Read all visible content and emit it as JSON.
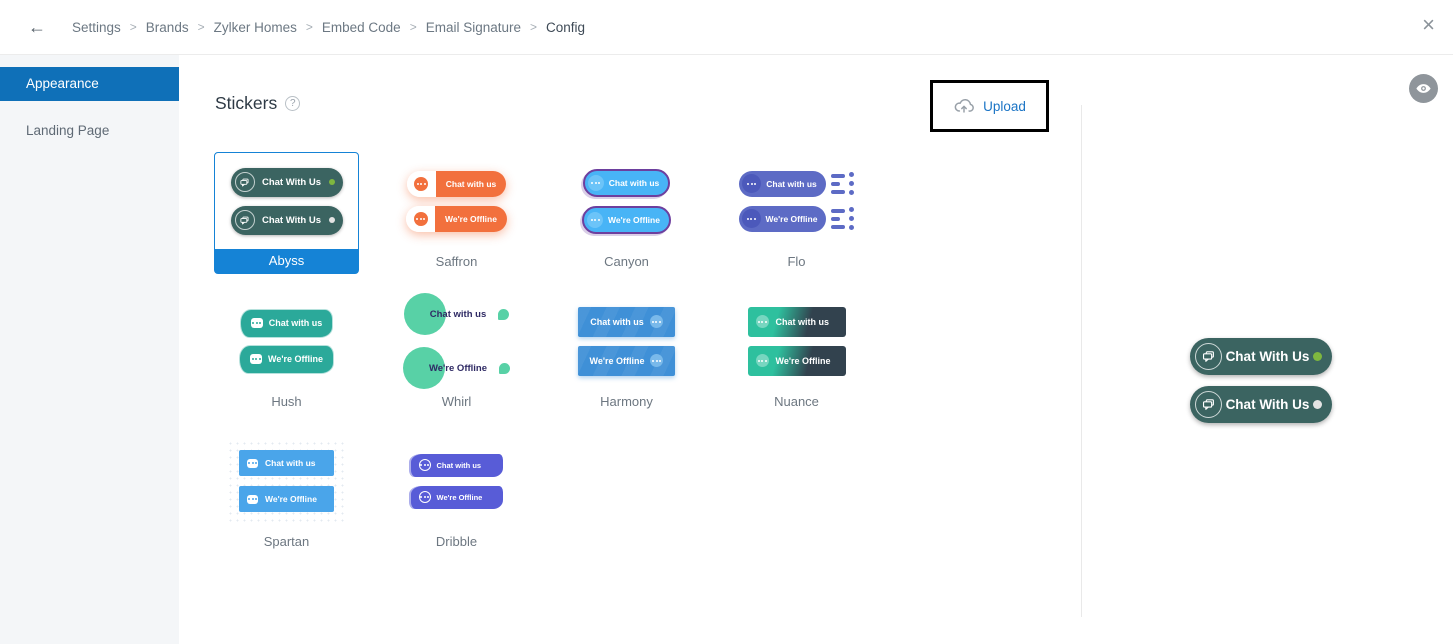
{
  "window": {
    "back_icon": "←",
    "separator": ">",
    "close_icon": "×",
    "breadcrumb": [
      "Settings",
      "Brands",
      "Zylker Homes",
      "Embed Code",
      "Email Signature",
      "Config"
    ]
  },
  "sidebar": {
    "items": [
      {
        "label": "Appearance",
        "active": true
      },
      {
        "label": "Landing Page",
        "active": false
      }
    ]
  },
  "main": {
    "title": "Stickers",
    "help_icon": "?",
    "upload_label": "Upload"
  },
  "stickers": [
    {
      "name": "Abyss",
      "selected": true,
      "online_label": "Chat With Us",
      "offline_label": "Chat With Us"
    },
    {
      "name": "Saffron",
      "selected": false,
      "online_label": "Chat with us",
      "offline_label": "We're Offline"
    },
    {
      "name": "Canyon",
      "selected": false,
      "online_label": "Chat with us",
      "offline_label": "We're Offline"
    },
    {
      "name": "Flo",
      "selected": false,
      "online_label": "Chat with us",
      "offline_label": "We're Offline"
    },
    {
      "name": "Hush",
      "selected": false,
      "online_label": "Chat with us",
      "offline_label": "We're Offline"
    },
    {
      "name": "Whirl",
      "selected": false,
      "online_label": "Chat with us",
      "offline_label": "We're Offline"
    },
    {
      "name": "Harmony",
      "selected": false,
      "online_label": "Chat with us",
      "offline_label": "We're Offline"
    },
    {
      "name": "Nuance",
      "selected": false,
      "online_label": "Chat with us",
      "offline_label": "We're Offline"
    },
    {
      "name": "Spartan",
      "selected": false,
      "online_label": "Chat with us",
      "offline_label": "We're Offline"
    },
    {
      "name": "Dribble",
      "selected": false,
      "online_label": "Chat with us",
      "offline_label": "We're Offline"
    }
  ],
  "preview": {
    "online_label": "Chat With Us",
    "offline_label": "Chat With Us"
  },
  "colors": {
    "accent_blue": "#1583d6",
    "sidebar_active_blue": "#0f70b8",
    "abyss_teal": "#3b6461",
    "online_dot_green": "#7eb73f",
    "offline_dot_gray": "#e3e3e3",
    "saffron_orange": "#f2703d",
    "canyon_blue": "#48b4f6",
    "canyon_outline_purple": "#6d3f9e",
    "flo_indigo": "#5d6bc5",
    "hush_teal": "#2ba99a",
    "whirl_mint": "#58d1a6",
    "harmony_blue": "#3f90d7",
    "nuance_teal": "#2ec09e",
    "nuance_dark": "#32424e",
    "spartan_blue": "#4aa5ea",
    "dribble_indigo": "#585cd7",
    "upload_text_blue": "#1b74c5"
  }
}
